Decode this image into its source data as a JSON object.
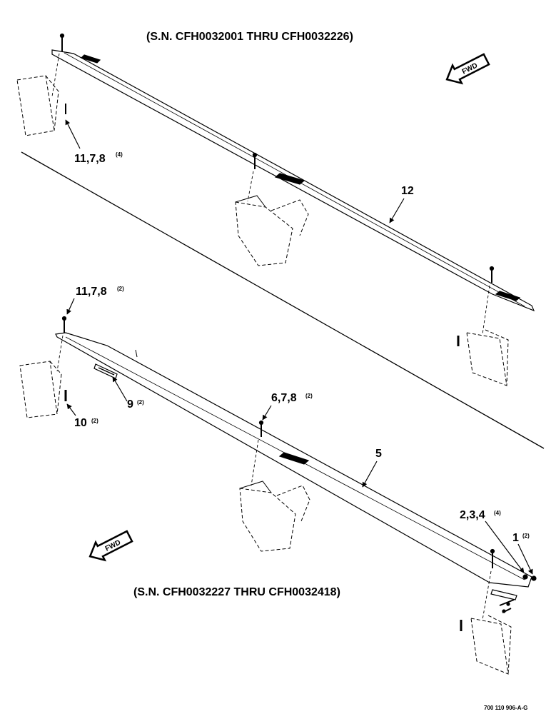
{
  "header": {
    "serial_top": "(S.N. CFH0032001 THRU CFH0032226)",
    "serial_bottom": "(S.N. CFH0032227 THRU CFH0032418)"
  },
  "arrows": {
    "fwd_top": "FWD",
    "fwd_bottom": "FWD"
  },
  "callouts": {
    "top_11_7_8": "11,7,8",
    "top_11_7_8_qty": "(4)",
    "top_12": "12",
    "bot_11_7_8": "11,7,8",
    "bot_11_7_8_qty": "(2)",
    "bot_9": "9",
    "bot_9_qty": "(2)",
    "bot_10": "10",
    "bot_10_qty": "(2)",
    "bot_6_7_8": "6,7,8",
    "bot_6_7_8_qty": "(2)",
    "bot_5": "5",
    "bot_2_3_4": "2,3,4",
    "bot_2_3_4_qty": "(4)",
    "bot_1": "1",
    "bot_1_qty": "(2)"
  },
  "footer": {
    "drawing_number": "700 110 906-A-G"
  }
}
